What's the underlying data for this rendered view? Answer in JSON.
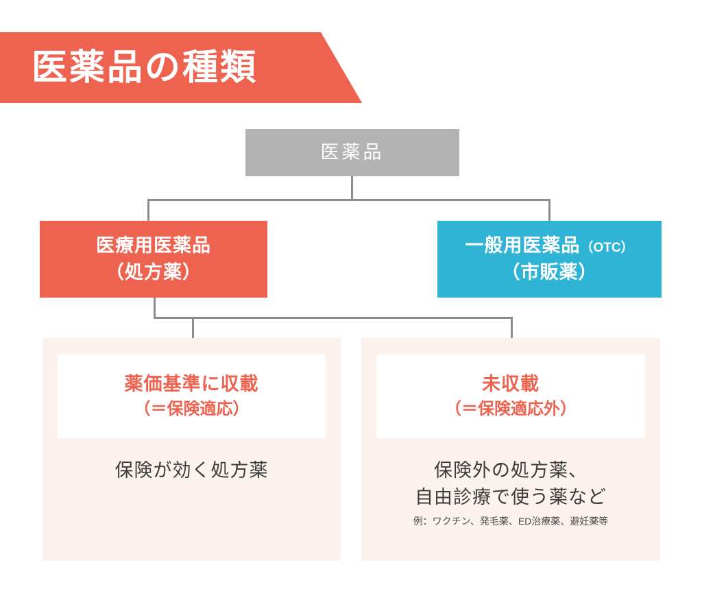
{
  "banner": {
    "title": "医薬品の種類",
    "color": "#ed6350",
    "text_color": "#ffffff"
  },
  "diagram": {
    "type": "hierarchy-tree",
    "colors": {
      "root": "#b3b3b3",
      "prescription": "#ed6350",
      "otc": "#2fb4d6",
      "panel_background": "#fcf2ed",
      "panel_card_background": "#ffffff",
      "accent_red": "#ed6350",
      "body_text": "#3b3b3b",
      "connector": "#8c8c8c"
    },
    "root": {
      "label": "医薬品"
    },
    "categories": [
      {
        "id": "prescription",
        "line1": "医療用医薬品",
        "line2": "（処方薬）"
      },
      {
        "id": "otc",
        "line1_main": "一般用医薬品",
        "line1_sub": "（OTC）",
        "line2": "（市販薬）"
      }
    ],
    "leaves": [
      {
        "id": "listed",
        "card_line1": "薬価基準に収載",
        "card_line2": "（＝保険適応）",
        "body_lines": [
          "保険が効く処方薬"
        ],
        "note": ""
      },
      {
        "id": "unlisted",
        "card_line1": "未収載",
        "card_line2": "（＝保険適応外）",
        "body_lines": [
          "保険外の処方薬、",
          "自由診療で使う薬など"
        ],
        "note": "例：ワクチン、発毛薬、ED治療薬、避妊薬等"
      }
    ]
  }
}
